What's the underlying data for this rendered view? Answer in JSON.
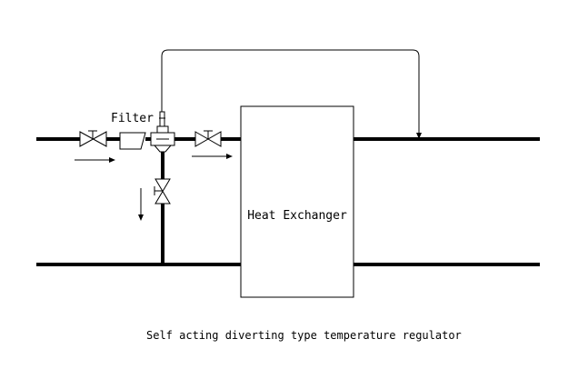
{
  "labels": {
    "filter": "Filter",
    "heat_exchanger": "Heat Exchanger",
    "caption": "Self acting diverting type temperature regulator"
  },
  "icons": {
    "valve": "gate-valve-icon",
    "filter": "strainer-filter-icon",
    "regulator": "temperature-regulator-valve-icon",
    "flow": "flow-arrow-icon"
  }
}
